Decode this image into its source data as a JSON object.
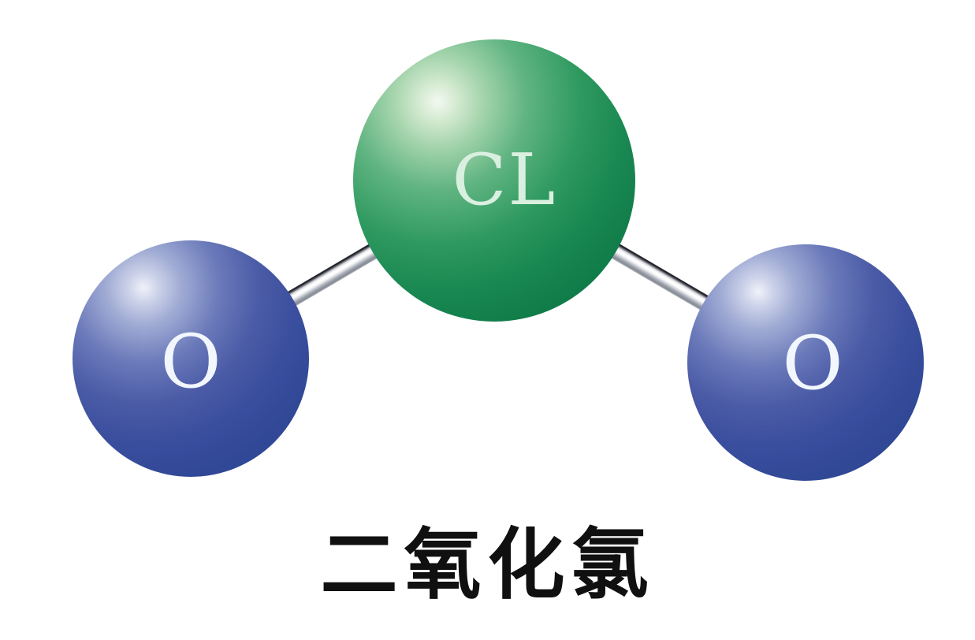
{
  "caption": {
    "text": "二氧化氯"
  },
  "molecule": {
    "atoms": [
      {
        "symbol": "CL",
        "element_name": "chlorine",
        "color": "#14894f",
        "label_color": "#d9efdf"
      },
      {
        "symbol": "O",
        "element_name": "oxygen",
        "color": "#33509e",
        "label_color": "#f2f6fd"
      },
      {
        "symbol": "O",
        "element_name": "oxygen",
        "color": "#33509e",
        "label_color": "#f2f6fd"
      }
    ],
    "bonds": [
      {
        "from": "CL",
        "to": "O",
        "side": "left"
      },
      {
        "from": "CL",
        "to": "O",
        "side": "right"
      }
    ]
  },
  "colors": {
    "background": "#ffffff",
    "chlorine_green": "#14894f",
    "oxygen_blue": "#33509e",
    "bond_silver": "#d8dadf",
    "bond_edge_dark": "#1d1d25",
    "caption_text": "#101010"
  }
}
